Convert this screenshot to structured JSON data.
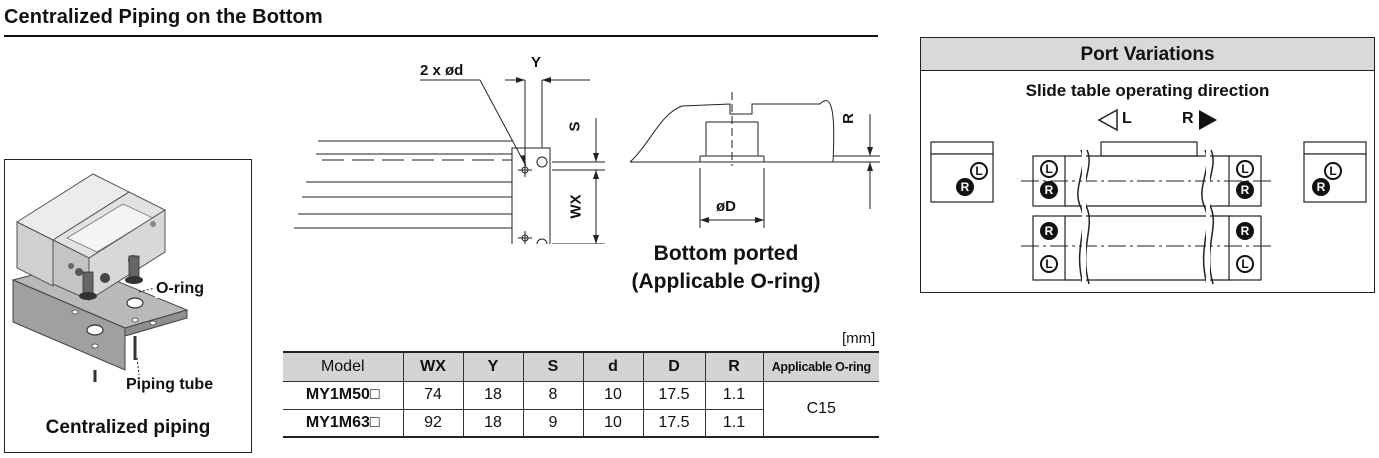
{
  "section": {
    "title": "Centralized Piping on the Bottom"
  },
  "photo": {
    "caption": "Centralized piping",
    "oring_label": "O-ring",
    "tube_label": "Piping tube"
  },
  "drawing": {
    "holes_label": "2 x ød",
    "dim_y": "Y",
    "dim_s": "S",
    "dim_wx": "WX",
    "dim_r": "R",
    "dim_d": "øD",
    "caption_line1": "Bottom ported",
    "caption_line2": "(Applicable O-ring)"
  },
  "table": {
    "unit": "[mm]",
    "headers": [
      "Model",
      "WX",
      "Y",
      "S",
      "d",
      "D",
      "R",
      "Applicable O-ring"
    ],
    "rows": [
      {
        "model": "MY1M50□",
        "wx": "74",
        "y": "18",
        "s": "8",
        "d": "10",
        "D": "17.5",
        "r": "1.1"
      },
      {
        "model": "MY1M63□",
        "wx": "92",
        "y": "18",
        "s": "9",
        "d": "10",
        "D": "17.5",
        "r": "1.1"
      }
    ],
    "oring_value": "C15"
  },
  "port_variations": {
    "title": "Port Variations",
    "subtitle": "Slide table operating direction",
    "dir_left": "L",
    "dir_right": "R",
    "port_l": "L",
    "port_r": "R"
  }
}
